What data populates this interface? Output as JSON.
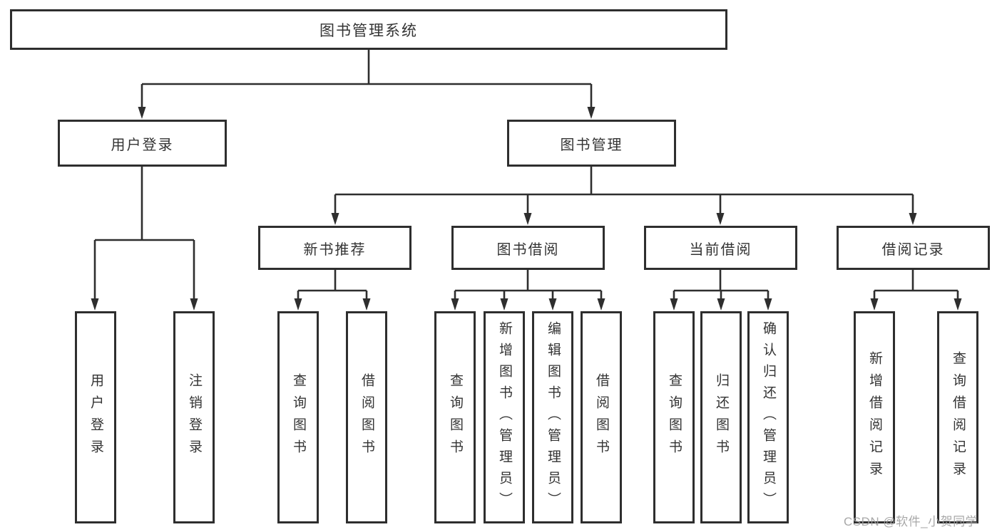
{
  "diagram": {
    "type": "hierarchy-chart",
    "colors": {
      "line": "#2e2e2e",
      "box_border": "#2e2e2e",
      "box_background": "#ffffff",
      "text": "#333333",
      "watermark": "#9f9f9f"
    },
    "tree": {
      "root": {
        "label": "图书管理系统",
        "children": [
          {
            "label": "用户登录",
            "children": [
              {
                "label": "用户登录"
              },
              {
                "label": "注销登录"
              }
            ]
          },
          {
            "label": "图书管理",
            "children": [
              {
                "label": "新书推荐",
                "children": [
                  {
                    "label": "查询图书"
                  },
                  {
                    "label": "借阅图书"
                  }
                ]
              },
              {
                "label": "图书借阅",
                "children": [
                  {
                    "label": "查询图书"
                  },
                  {
                    "label": "新增图书（管理员）"
                  },
                  {
                    "label": "编辑图书（管理员）"
                  },
                  {
                    "label": "借阅图书"
                  }
                ]
              },
              {
                "label": "当前借阅",
                "children": [
                  {
                    "label": "查询图书"
                  },
                  {
                    "label": "归还图书"
                  },
                  {
                    "label": "确认归还（管理员）"
                  }
                ]
              },
              {
                "label": "借阅记录",
                "children": [
                  {
                    "label": "新增借阅记录"
                  },
                  {
                    "label": "查询借阅记录"
                  }
                ]
              }
            ]
          }
        ]
      }
    },
    "watermark": {
      "text": "CSDN @软件_小贺同学"
    }
  }
}
